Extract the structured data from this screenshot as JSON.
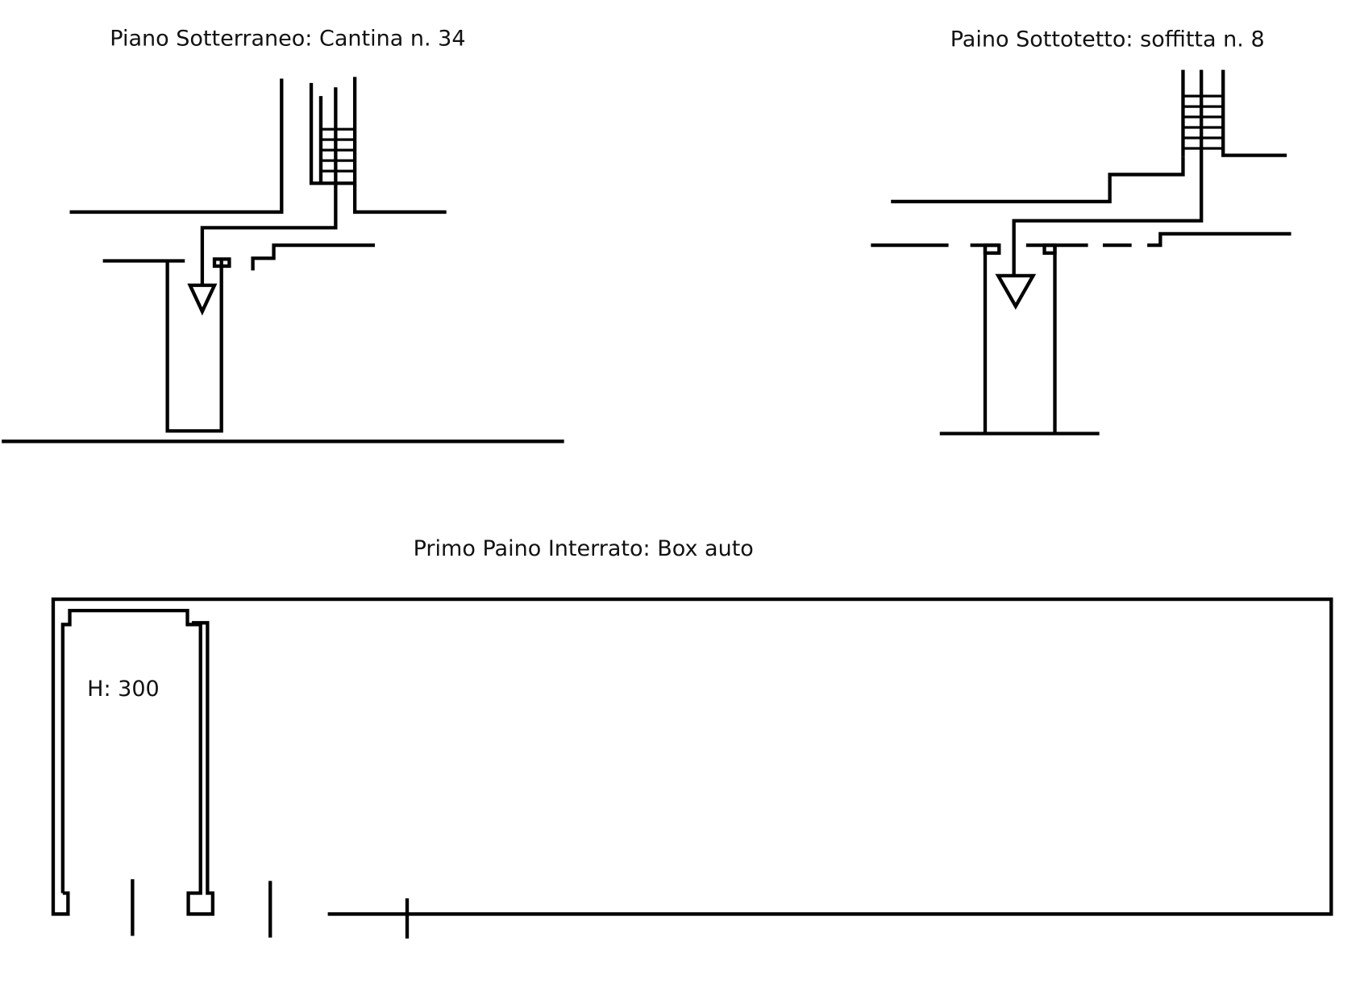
{
  "titles": {
    "basement": "Piano Sotterraneo: Cantina n. 34",
    "attic": "Paino Sottotetto: soffitta n. 8",
    "garage": "Primo Paino Interrato: Box auto"
  },
  "garage_height_label": "H: 300",
  "colors": {
    "line": "#000000",
    "background": "#ffffff"
  }
}
